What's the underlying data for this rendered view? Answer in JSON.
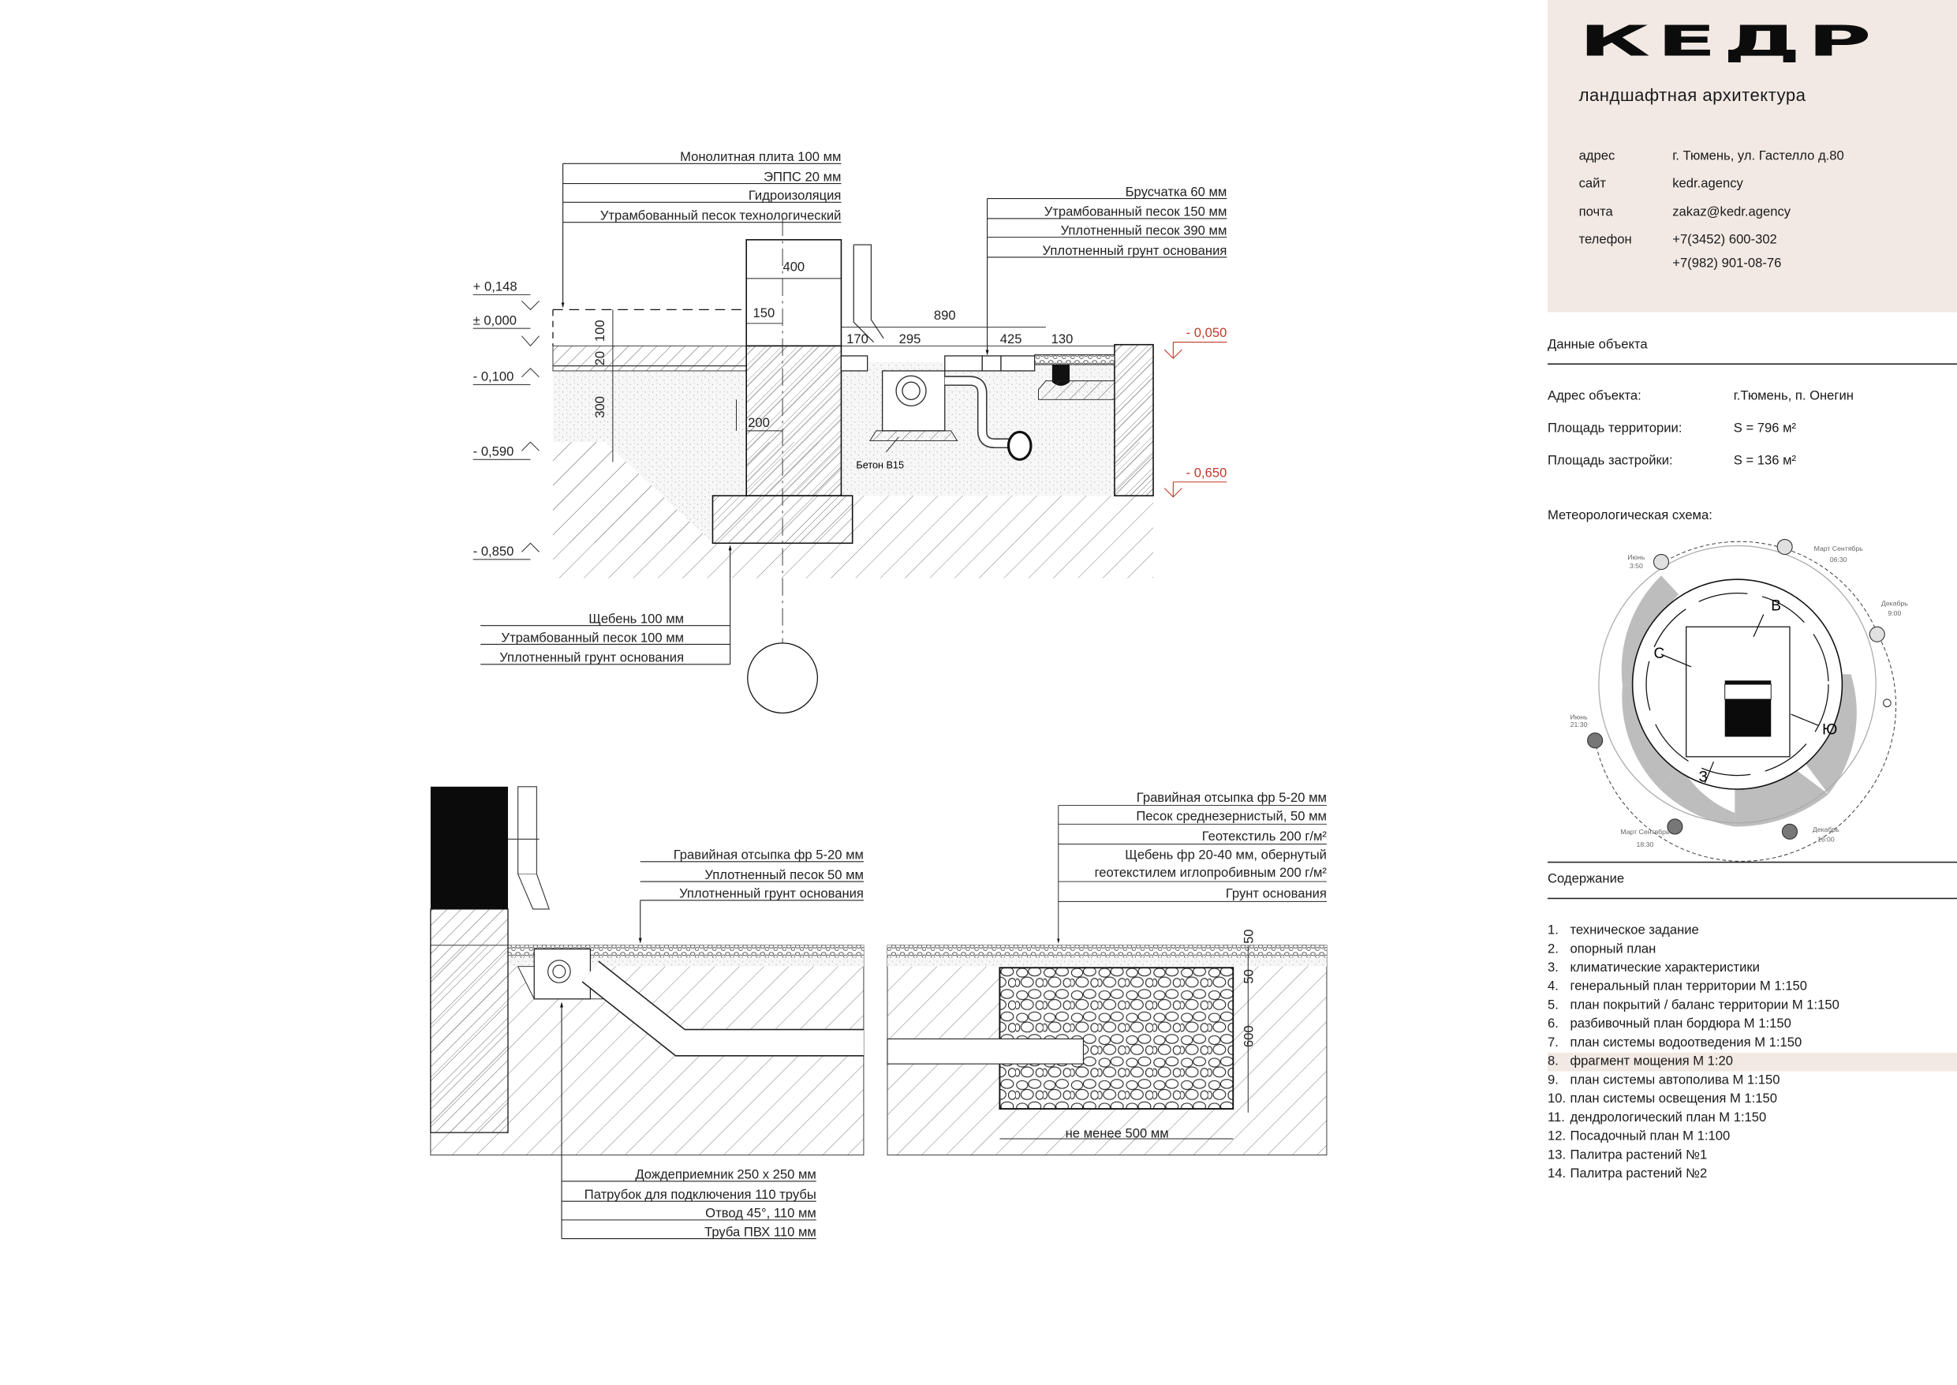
{
  "brand": {
    "logo": "КЕДР",
    "subtitle": "ландшафтная архитектура",
    "contacts": [
      {
        "label": "адрес",
        "value": "г. Тюмень, ул. Гастелло д.80"
      },
      {
        "label": "сайт",
        "value": "kedr.agency"
      },
      {
        "label": "почта",
        "value": "zakaz@kedr.agency"
      },
      {
        "label": "телефон",
        "value": "+7(3452) 600-302"
      },
      {
        "label": "",
        "value": "+7(982) 901-08-76"
      }
    ],
    "accent_color": "#f2e9e4"
  },
  "object": {
    "title": "Данные объекта",
    "rows": [
      {
        "label": "Адрес объекта:",
        "value": "г.Тюмень, п. Онегин"
      },
      {
        "label": "Площадь территории:",
        "value": "S = 796 м²"
      },
      {
        "label": "Площадь застройки:",
        "value": "S = 136 м²"
      }
    ]
  },
  "meteo": {
    "title": "Метеорологическая схема:",
    "directions": {
      "north": "С",
      "east": "В",
      "south": "Ю",
      "west": "З"
    },
    "sun_points": [
      {
        "month": "Июнь",
        "time": "3:50"
      },
      {
        "month": "Март Сентябрь",
        "time": "06:30"
      },
      {
        "month": "Декабрь",
        "time": "9:00"
      },
      {
        "month": "Июнь",
        "time": "21:30"
      },
      {
        "month": "Март Сентябрь",
        "time": "18:30"
      },
      {
        "month": "Декабрь",
        "time": "16:00"
      }
    ]
  },
  "contents": {
    "title": "Содержание",
    "active_index": 8,
    "items": [
      {
        "n": "1.",
        "t": "техническое задание"
      },
      {
        "n": "2.",
        "t": "опорный план"
      },
      {
        "n": "3.",
        "t": "климатические характеристики"
      },
      {
        "n": "4.",
        "t": "генеральный план территории М 1:150"
      },
      {
        "n": "5.",
        "t": "план покрытий / баланс территории М 1:150"
      },
      {
        "n": "6.",
        "t": "разбивочный план бордюра М 1:150"
      },
      {
        "n": "7.",
        "t": "план системы водоотведения М 1:150"
      },
      {
        "n": "8.",
        "t": "фрагмент мощения М 1:20"
      },
      {
        "n": "9.",
        "t": "план системы автополива М 1:150"
      },
      {
        "n": "10.",
        "t": "план системы освещения М 1:150"
      },
      {
        "n": "11.",
        "t": "дендрологический план М 1:150"
      },
      {
        "n": "12.",
        "t": "Посадочный план М 1:100"
      },
      {
        "n": "13.",
        "t": "Палитра растений №1"
      },
      {
        "n": "14.",
        "t": "Палитра растений №2"
      }
    ]
  },
  "section_top": {
    "layers_left": [
      "Монолитная плита 100 мм",
      "ЭППС 20 мм",
      "Гидроизоляция",
      "Утрамбованный песок технологический"
    ],
    "layers_right": [
      "Брусчатка 60 мм",
      "Утрамбованный песок 150 мм",
      "Уплотненный песок 390 мм",
      "Уплотненный грунт основания"
    ],
    "layers_bottom": [
      "Щебень 100 мм",
      "Утрамбованный песок 100 мм",
      "Уплотненный грунт основания"
    ],
    "elevations": [
      "+ 0,148",
      "± 0,000",
      "- 0,100",
      "- 0,590",
      "- 0,850"
    ],
    "elevations_red": [
      "- 0,050",
      "- 0,650"
    ],
    "dims": {
      "d400": "400",
      "d150": "150",
      "d890": "890",
      "d170": "170",
      "d295": "295",
      "d425": "425",
      "d130": "130",
      "d100": "100",
      "d20": "20",
      "d300": "300",
      "d200": "200"
    },
    "concrete": "Бетон B15",
    "red_color": "#c0392b"
  },
  "section_bl": {
    "layers_top": [
      "Гравийная отсыпка фр 5-20 мм",
      "Уплотненный песок 50 мм",
      "Уплотненный грунт основания"
    ],
    "layers_bottom": [
      "Дождеприемник 250 х 250 мм",
      "Патрубок для подключения 110 трубы",
      "Отвод 45°, 110 мм",
      "Труба ПВХ 110 мм"
    ]
  },
  "section_br": {
    "layers": [
      "Гравийная отсыпка фр 5-20 мм",
      "Песок среднезернистый, 50 мм",
      "Геотекстиль 200 г/м²",
      "Щебень фр 20-40 мм, обернутый",
      "геотекстилем иглопробивным 200 г/м²",
      "Грунт основания"
    ],
    "dims": {
      "a": "50",
      "b": "50",
      "c": "600",
      "width": "не менее 500 мм"
    }
  }
}
